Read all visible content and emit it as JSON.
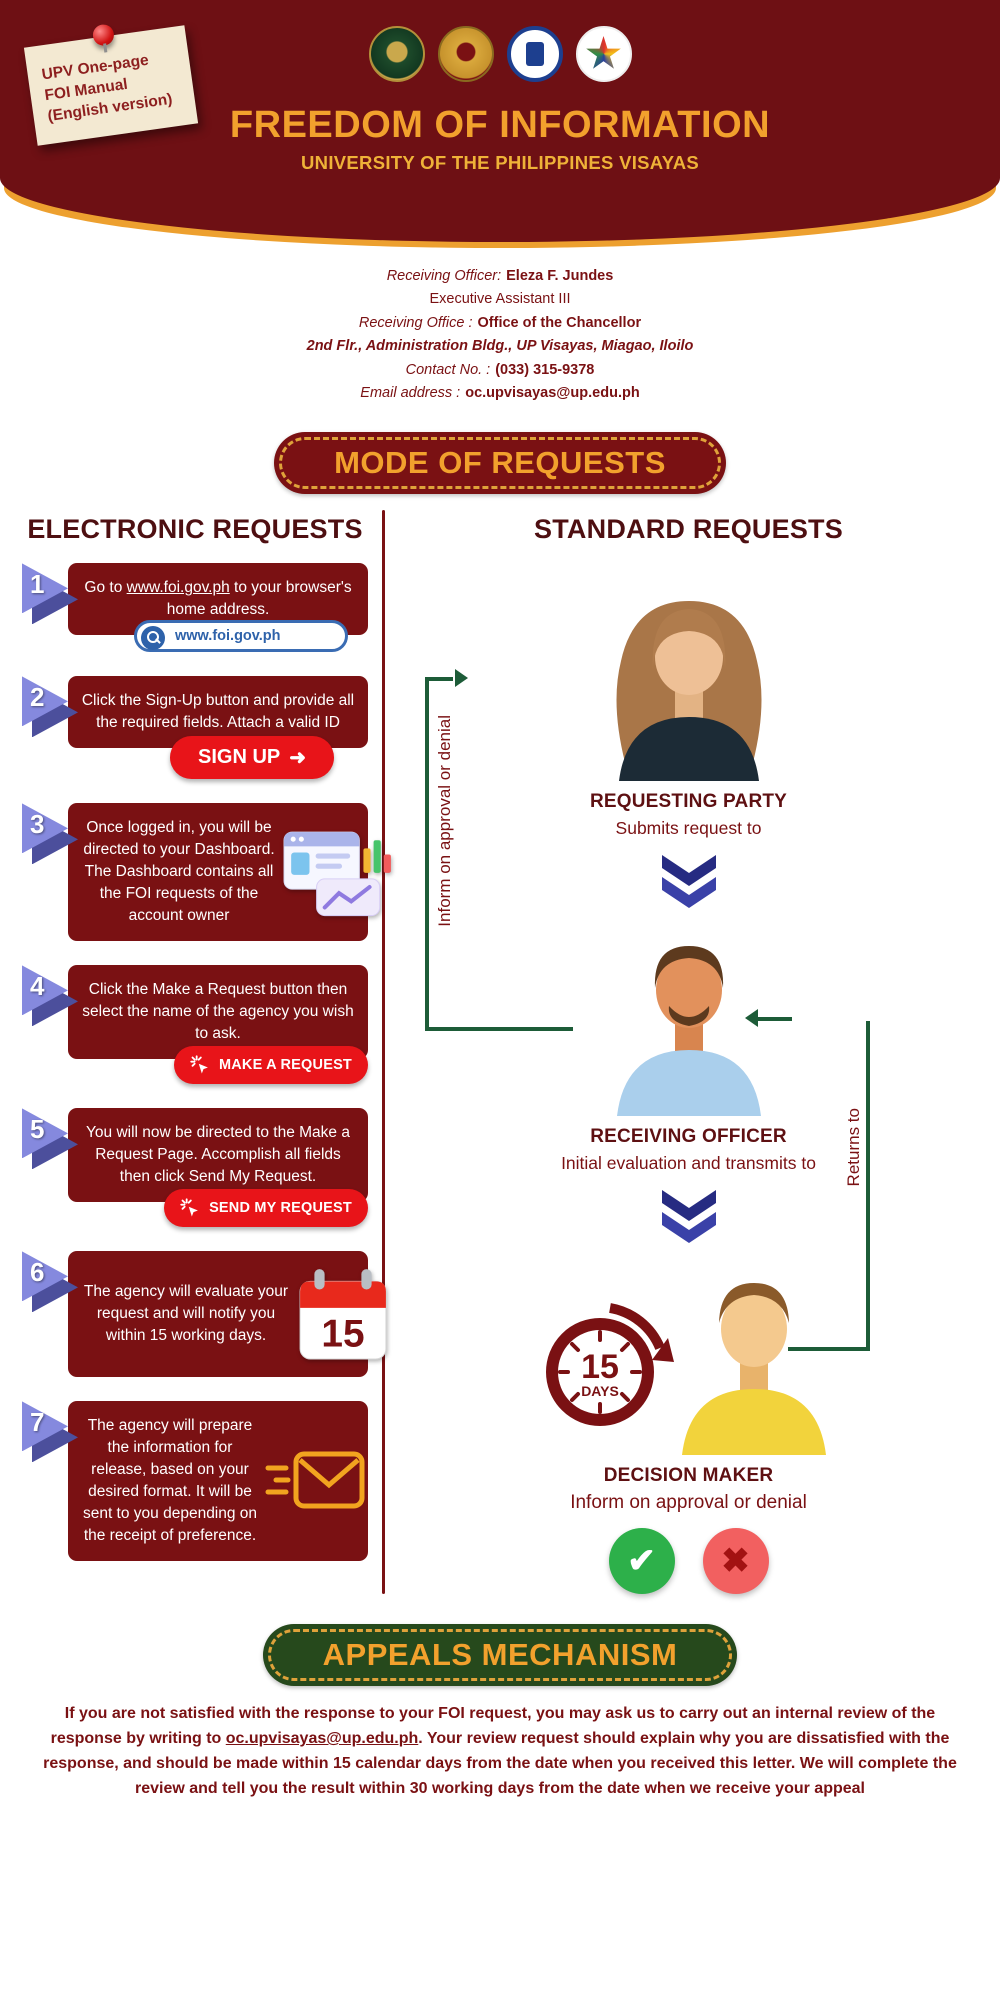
{
  "note": {
    "line1": "UPV One-page",
    "line2": "FOI Manual",
    "line3": "(English version)"
  },
  "header": {
    "title": "FREEDOM OF INFORMATION",
    "subtitle": "UNIVERSITY OF THE PHILIPPINES VISAYAS"
  },
  "contact": {
    "officer_label": "Receiving Officer:",
    "officer_name": "Eleza F. Jundes",
    "officer_position": "Executive Assistant III",
    "office_label": "Receiving Office :",
    "office_name": "Office of the Chancellor",
    "address": "2nd Flr., Administration Bldg.,  UP Visayas, Miagao, Iloilo",
    "phone_label": "Contact No. :",
    "phone": "(033) 315-9378",
    "email_label": "Email address :",
    "email": "oc.upvisayas@up.edu.ph"
  },
  "banners": {
    "mode": "MODE OF REQUESTS",
    "appeals": "APPEALS MECHANISM"
  },
  "electronic": {
    "heading": "ELECTRONIC REQUESTS",
    "steps": [
      {
        "num": "1",
        "pre": "Go to ",
        "link": "www.foi.gov.ph",
        "post": " to your browser's home address.",
        "search_url": "www.foi.gov.ph"
      },
      {
        "num": "2",
        "text": "Click the Sign-Up button and provide all the required fields. Attach a valid ID",
        "button": "SIGN UP"
      },
      {
        "num": "3",
        "text": "Once logged in, you will be directed to your Dashboard. The Dashboard contains all the FOI requests of the account owner"
      },
      {
        "num": "4",
        "text": "Click the Make a Request button then select the name of the agency you wish to ask.",
        "button": "MAKE A REQUEST"
      },
      {
        "num": "5",
        "text": "You will now be directed to the Make a Request Page. Accomplish all fields then click Send My Request.",
        "button": "SEND MY REQUEST"
      },
      {
        "num": "6",
        "text": "The agency will evaluate your request and will notify you within 15 working days.",
        "calendar_day": "15"
      },
      {
        "num": "7",
        "text": "The agency will prepare the information for release, based on your desired format. It will be sent to you depending on the receipt of preference."
      }
    ]
  },
  "standard": {
    "heading": "STANDARD REQUESTS",
    "steps": [
      {
        "role": "REQUESTING PARTY",
        "action": "Submits request to"
      },
      {
        "role": "RECEIVING OFFICER",
        "action": "Initial evaluation and transmits to"
      },
      {
        "role": "DECISION MAKER",
        "action": "Inform on approval or denial"
      }
    ],
    "left_connector_label": "Inform on approval or denial",
    "right_connector_label": "Returns to",
    "days_number": "15",
    "days_unit": "DAYS"
  },
  "appeals": {
    "part1": "If you are not satisfied with the response to your FOI request, you may ask us to carry out an internal review of the response by writing to ",
    "email": "oc.upvisayas@up.edu.ph",
    "part2": ". Your review request should explain why you are dissatisfied with the response, and should be made within 15 calendar days from the date when you received this letter. We will complete the review and tell you the result within 30 working days from the date when we receive your appeal"
  },
  "icons": {
    "check": "✔",
    "cross": "✖",
    "arrow_right": "➜"
  },
  "colors": {
    "maroon": "#7a1113",
    "gold": "#f2a12d",
    "red": "#e81419",
    "green_banner": "#26491c",
    "arrow_green": "#1d5c38"
  }
}
